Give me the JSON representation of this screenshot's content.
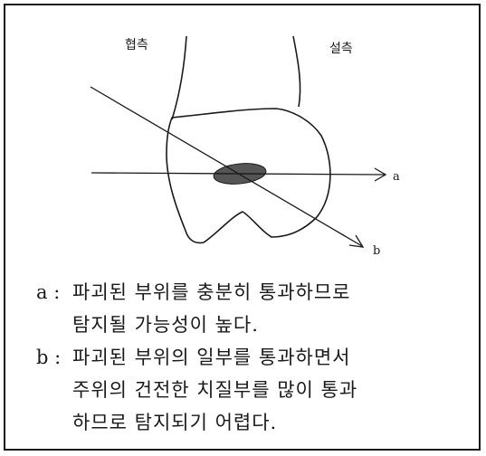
{
  "labels": {
    "buccal": "협측",
    "lingual": "설측",
    "ray_a": "a",
    "ray_b": "b"
  },
  "notes": [
    {
      "key": "a :",
      "lines": [
        "파괴된 부위를 충분히 통과하므로",
        "탐지될 가능성이 높다."
      ]
    },
    {
      "key": "b :",
      "lines": [
        "파괴된 부위의 일부를 통과하면서",
        "주위의 건전한 치질부를 많이 통과",
        "하므로 탐지되기 어렵다."
      ]
    }
  ],
  "colors": {
    "lesion": "#555555",
    "stroke": "#1a1a1a"
  }
}
